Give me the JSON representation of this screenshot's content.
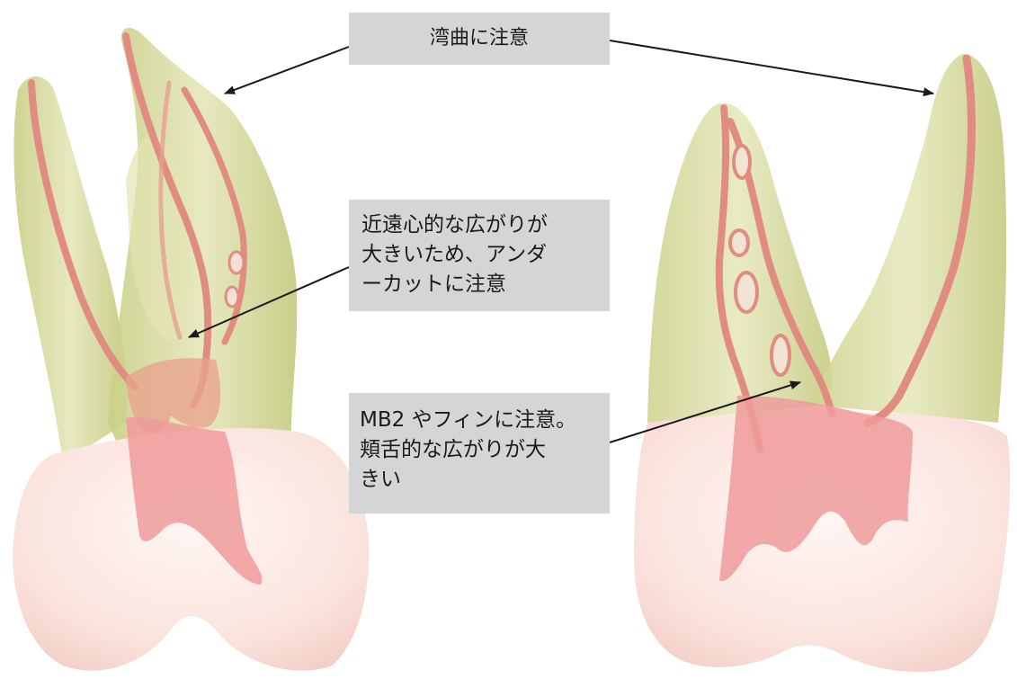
{
  "callouts": {
    "curvature": {
      "lines": [
        "湾曲に注意"
      ]
    },
    "undercut": {
      "lines": [
        "近遠心的な広がりが",
        "大きいため、アンダ",
        "ーカットに注意"
      ]
    },
    "mb2": {
      "lines": [
        "MB2 やフィンに注意。",
        "頬舌的な広がりが大",
        "きい"
      ]
    }
  },
  "colors": {
    "root": "#d9dca0",
    "crown": "#fbe5e0",
    "canal": "#e8948a",
    "pulp": "#ef9b9b",
    "callout_bg": "#d4d5d7",
    "arrow": "#1a1a1a"
  }
}
